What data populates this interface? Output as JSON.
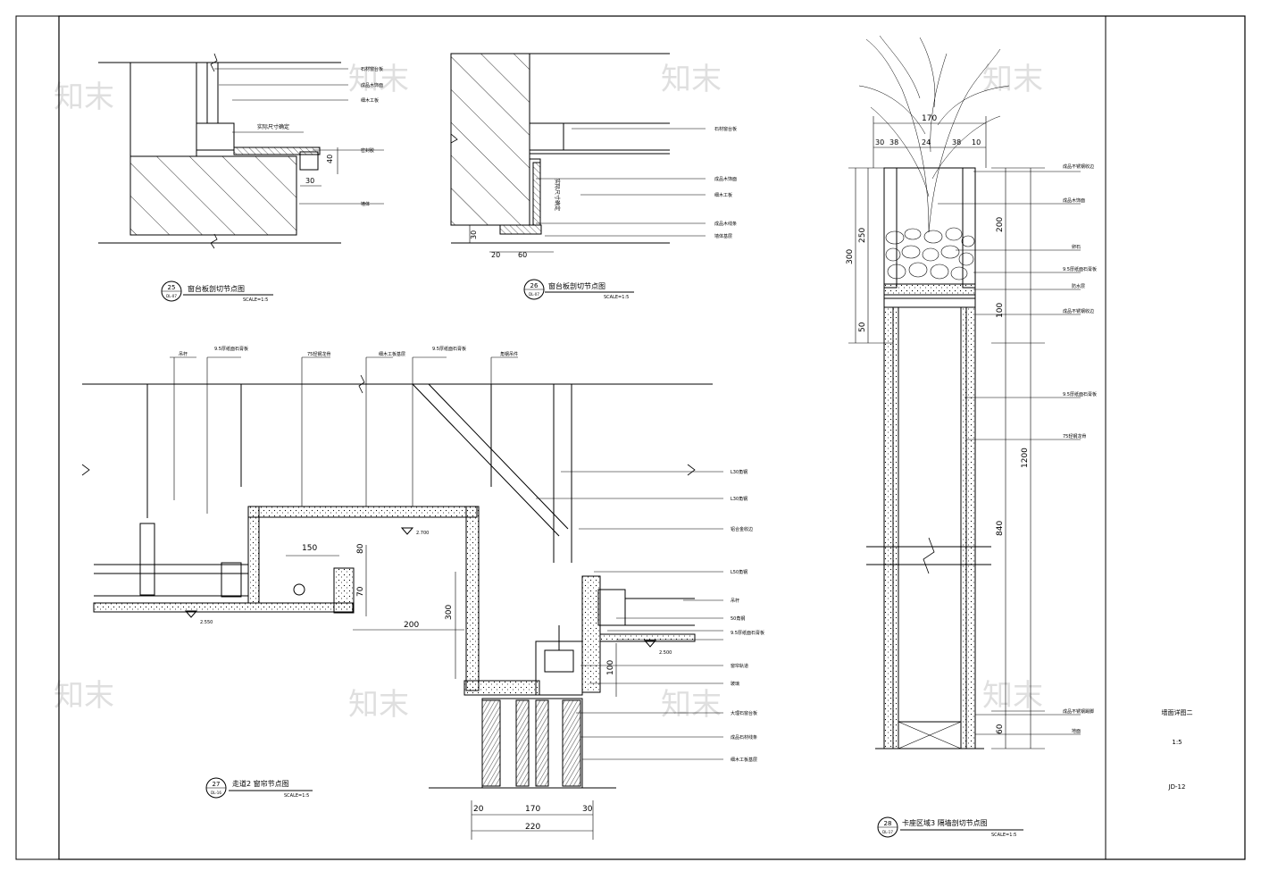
{
  "sheet": {
    "title_block": {
      "line1": "墙面详图二",
      "scale": "1:5",
      "sheet_no": "JD-12"
    },
    "watermarks": [
      "知末",
      "知末",
      "知末",
      "知末",
      "知末",
      "知末",
      "知末",
      "知末"
    ]
  },
  "details": [
    {
      "id": "d25",
      "badge_no": "25",
      "badge_ref": "DL-07",
      "title": "窗台板剖切节点图",
      "scale": "SCALE=1:5",
      "annotations": [
        "石材窗台板",
        "成品木饰面",
        "细木工板",
        "实际尺寸确定",
        "密封胶",
        "墙体"
      ],
      "dims": [
        "40",
        "30"
      ]
    },
    {
      "id": "d26",
      "badge_no": "26",
      "badge_ref": "DL-07",
      "title": "窗台板剖切节点图",
      "scale": "SCALE=1:5",
      "annotations": [
        "石材窗台板",
        "成品木饰面",
        "细木工板",
        "成品木线条",
        "墙体基层",
        "实际尺寸确定"
      ],
      "dims": [
        "30",
        "20",
        "60"
      ]
    },
    {
      "id": "d27",
      "badge_no": "27",
      "badge_ref": "DL-16",
      "title": "走道2 窗帘节点图",
      "scale": "SCALE=1:5",
      "annotations": [
        "吊杆",
        "9.5厚纸面石膏板",
        "75轻钢龙骨",
        "细木工板基层",
        "9.5厚纸面石膏板",
        "角钢吊件",
        "L30角钢",
        "L30角钢",
        "铝合金收边",
        "L50角钢",
        "吊杆",
        "50角钢",
        "9.5厚纸面石膏板",
        "窗帘轨道",
        "玻璃",
        "大理石窗台板",
        "成品石材线条",
        "细木工板基层"
      ],
      "dims": [
        "150",
        "80",
        "70",
        "200",
        "300",
        "100",
        "20",
        "170",
        "30",
        "220"
      ],
      "levels": [
        "2.700",
        "2.550",
        "2.500"
      ]
    },
    {
      "id": "d28",
      "badge_no": "28",
      "badge_ref": "DL-17",
      "title": "卡座区域3 隔墙剖切节点图",
      "scale": "SCALE=1:5",
      "annotations": [
        "成品不锈钢收边",
        "成品木饰面",
        "卵石",
        "9.5厚纸面石膏板",
        "防水层",
        "成品不锈钢收边",
        "9.5厚纸面石膏板",
        "75轻钢龙骨",
        "成品不锈钢踢脚",
        "地面"
      ],
      "dims": [
        "170",
        "30",
        "38",
        "24",
        "38",
        "10",
        "300",
        "250",
        "50",
        "200",
        "100",
        "1200",
        "840",
        "60"
      ]
    }
  ]
}
